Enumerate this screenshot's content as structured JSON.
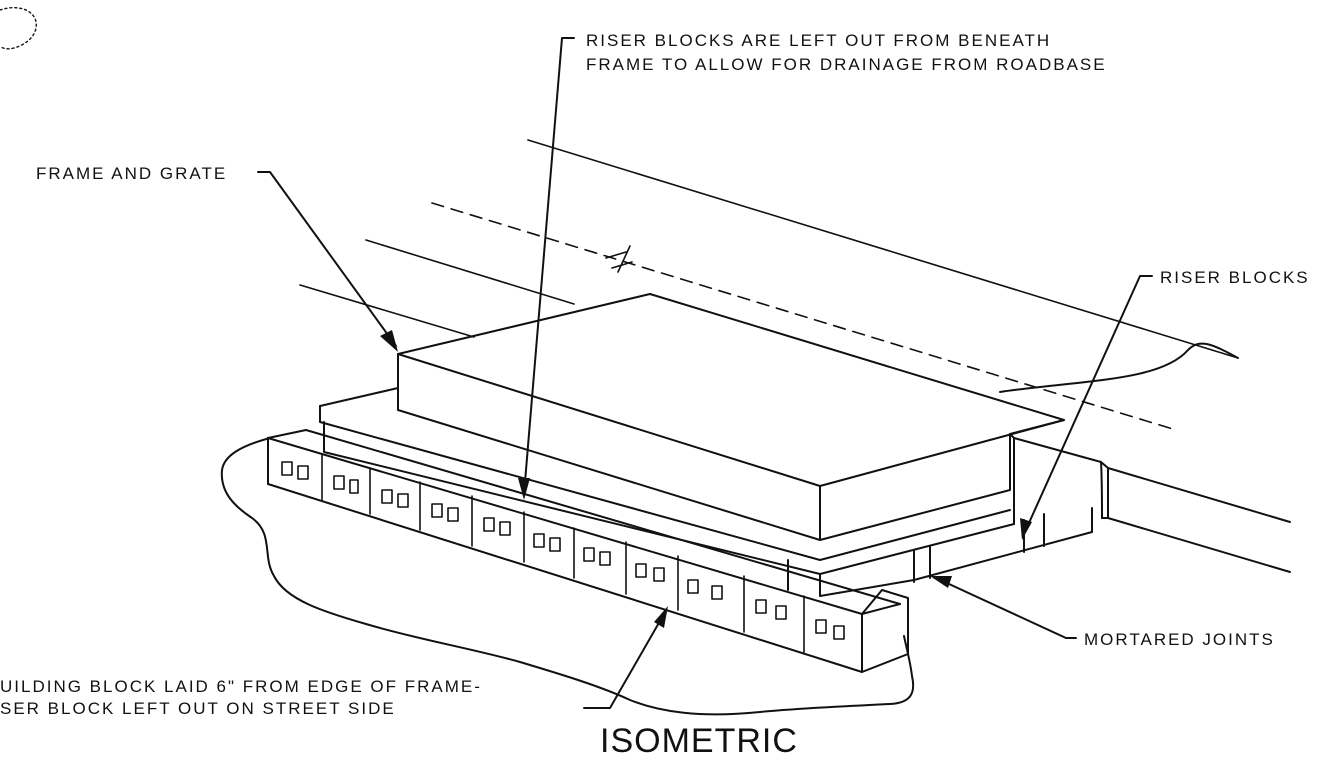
{
  "labels": {
    "drainage_note_line1": "RISER BLOCKS ARE LEFT OUT FROM BENEATH",
    "drainage_note_line2": "FRAME TO ALLOW FOR DRAINAGE FROM ROADBASE",
    "frame_and_grate": "FRAME AND GRATE",
    "riser_blocks": "RISER BLOCKS",
    "mortared_joints": "MORTARED JOINTS",
    "building_block_line1": "UILDING BLOCK LAID 6\" FROM EDGE OF FRAME-",
    "building_block_line2": "SER BLOCK LEFT OUT ON STREET SIDE",
    "view_title": "ISOMETRIC"
  },
  "colors": {
    "ink": "#111111",
    "paper": "#ffffff"
  }
}
